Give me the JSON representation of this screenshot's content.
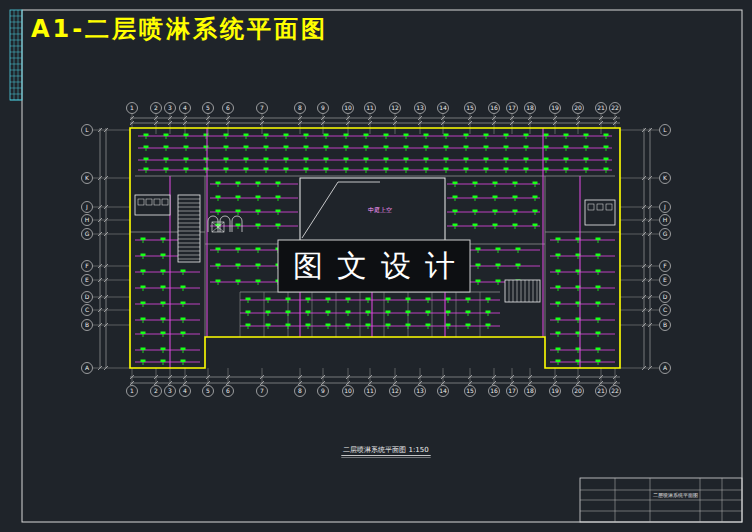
{
  "diagram": {
    "title": "A1-二层喷淋系统平面图",
    "caption": "二层喷淋系统平面图  1:150",
    "labels": [
      "1",
      "2",
      "3",
      "4",
      "5",
      "6",
      "7",
      "8",
      "9",
      "10",
      "11",
      "12",
      "13",
      "14",
      "15",
      "16",
      "17",
      "18",
      "19",
      "20",
      "21",
      "22",
      "1",
      "2",
      "3",
      "4",
      "5",
      "6",
      "7",
      "8",
      "9",
      "10",
      "11",
      "12",
      "13",
      "14",
      "15",
      "16",
      "17",
      "18",
      "19",
      "20",
      "21",
      "22",
      "L",
      "K",
      "J",
      "H",
      "G",
      "F",
      "E",
      "D",
      "C",
      "B",
      "A",
      "L",
      "K",
      "J",
      "H",
      "G",
      "F",
      "E",
      "D",
      "C",
      "B",
      "A",
      "中庭上空",
      "图文设计",
      "二层喷淋系统平面图"
    ]
  }
}
